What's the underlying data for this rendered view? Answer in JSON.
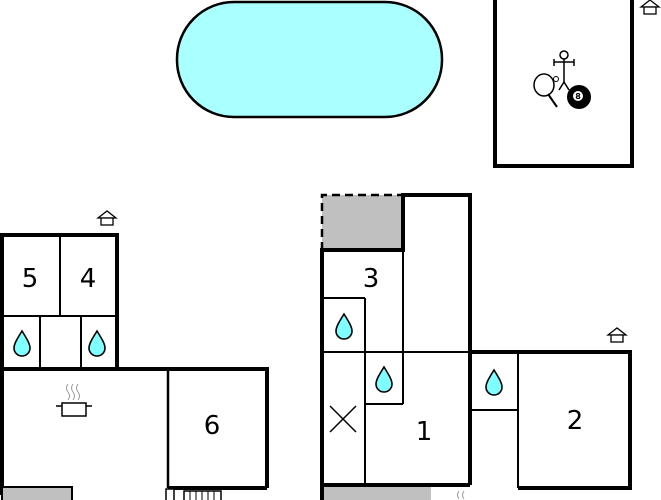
{
  "rooms": {
    "r1": "1",
    "r2": "2",
    "r3": "3",
    "r4": "4",
    "r5": "5",
    "r6": "6"
  },
  "ball_number": "8",
  "colors": {
    "pool": "#aaffff",
    "water_drop": "#7fffff",
    "shaded_area": "#c0c0c0",
    "wall": "#000000"
  },
  "icons": [
    "pool-shape",
    "house-icon",
    "table-tennis-icon",
    "foosball-icon",
    "billiard-ball-icon",
    "water-drop-icon",
    "cooking-pot-icon",
    "radiator-icon",
    "x-mark-icon"
  ]
}
